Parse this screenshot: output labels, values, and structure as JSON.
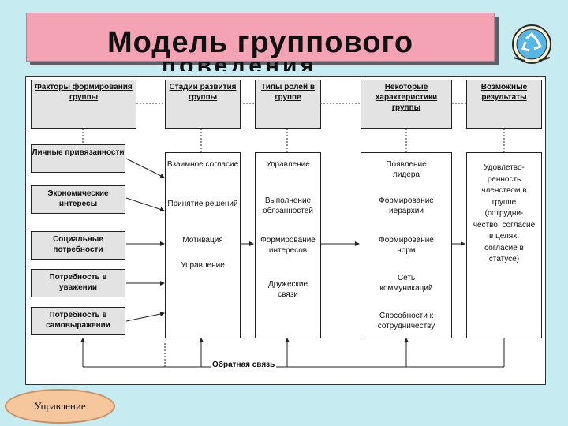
{
  "title": {
    "main": "Модель группового",
    "overflow": "поведения"
  },
  "headers": [
    "Факторы формирования группы",
    "Стадии развития группы",
    "Типы ролей в группе",
    "Некоторые характеристики группы",
    "Возможные результаты"
  ],
  "factors": [
    "Личные привязанности",
    "Экономические интересы",
    "Социальные потребности",
    "Потребность в уважении",
    "Потребность в самовыражении"
  ],
  "stages": [
    "Взаимное согласие",
    "Принятие решений",
    "Мотивация",
    "Управление"
  ],
  "roles": [
    "Управление",
    "Выполнение обязанностей",
    "Формирование интересов",
    "Дружеские связи"
  ],
  "characteristics": [
    "Появление лидера",
    "Формирование иерархии",
    "Формирование норм",
    "Сеть коммуникаций",
    "Способности к сотрудничеству"
  ],
  "results": [
    "Удовлетво-ренность членством в группе (сотрудни-чество, согласие в целях, согласие в статусе)"
  ],
  "feedback": "Обратная связь",
  "nav_button": "Управление",
  "icon_name": "recycle-logo-icon"
}
